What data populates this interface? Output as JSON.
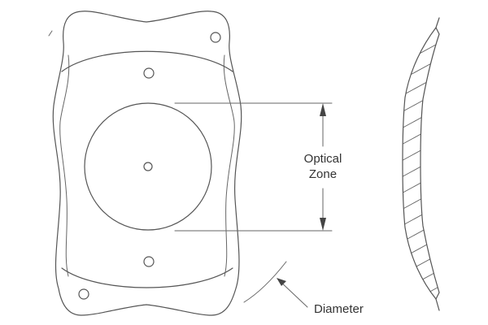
{
  "labels": {
    "optical_zone_line1": "Optical",
    "optical_zone_line2": "Zone",
    "diameter": "Diameter"
  },
  "colors": {
    "line": "#555555",
    "text": "#333333",
    "background": "#ffffff"
  }
}
